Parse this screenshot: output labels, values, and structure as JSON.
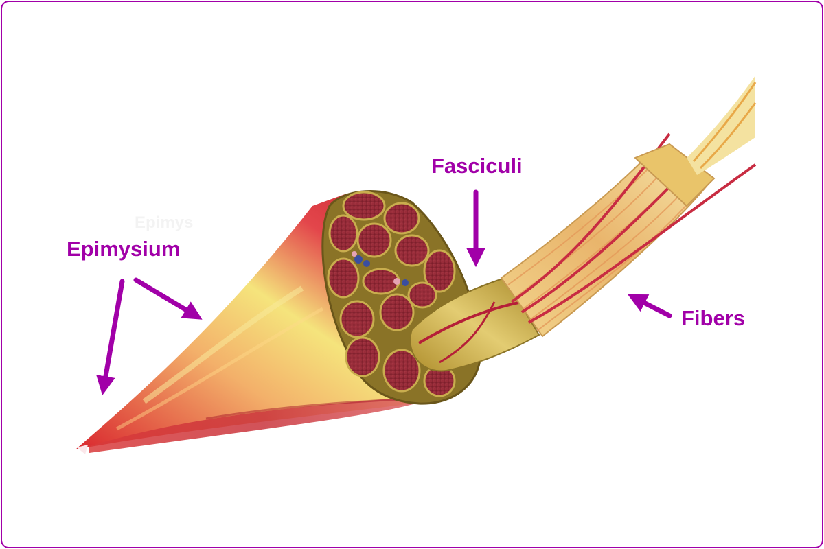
{
  "colors": {
    "label": "#a100a8",
    "border": "#a100a8",
    "muscle": "#c8262e",
    "fascicle_sheath": "#c9ad4e",
    "fiber": "#e8c77a",
    "vessel": "#b51f38"
  },
  "labels": {
    "epimysium": "Epimysium",
    "fasciculi": "Fasciculi",
    "fibers": "Fibers",
    "watermark": "Epimys"
  }
}
